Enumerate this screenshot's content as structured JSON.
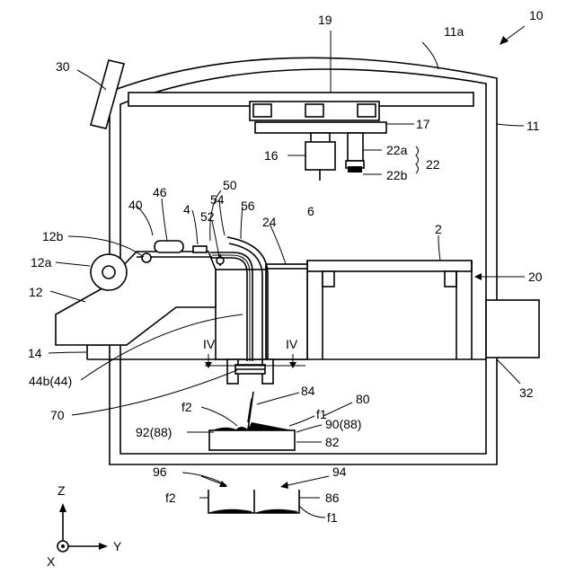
{
  "labels": {
    "l10": "10",
    "l11a": "11a",
    "l19": "19",
    "l30": "30",
    "l11": "11",
    "l17": "17",
    "l16": "16",
    "l22a": "22a",
    "l22": "22",
    "l22b": "22b",
    "l6": "6",
    "l50": "50",
    "l46": "46",
    "l40": "40",
    "l4": "4",
    "l54": "54",
    "l52": "52",
    "l56": "56",
    "l24": "24",
    "l2": "2",
    "l12b": "12b",
    "l12a": "12a",
    "l20": "20",
    "l12": "12",
    "l14": "14",
    "l32": "32",
    "lIVa": "IV",
    "lIVb": "IV",
    "l44b": "44b(44)",
    "l70": "70",
    "l84": "84",
    "l80": "80",
    "lf2a": "f2",
    "lf1a": "f1",
    "l92": "92(88)",
    "l90": "90(88)",
    "l82": "82",
    "l96": "96",
    "l94": "94",
    "lf2b": "f2",
    "l86": "86",
    "lf1b": "f1",
    "axZ": "Z",
    "axY": "Y",
    "axX": "X"
  }
}
